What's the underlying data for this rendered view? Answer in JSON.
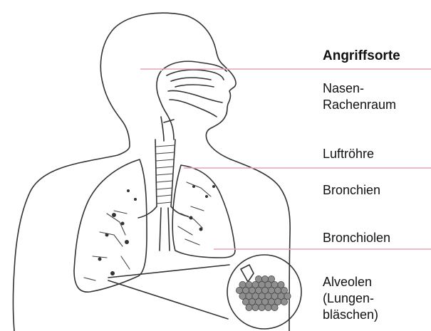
{
  "labels": {
    "title": "Angriffsorte",
    "nasen_line1": "Nasen-",
    "nasen_line2": "Rachenraum",
    "luftroehre": "Luftröhre",
    "bronchien": "Bronchien",
    "bronchiolen": "Bronchiolen",
    "alveolen_line1": "Alveolen",
    "alveolen_line2": "(Lungen-",
    "alveolen_line3": "bläschen)"
  },
  "colors": {
    "leader_lines": "#e8a3b4",
    "outline": "#333333",
    "alveoli_fill": "#8f8f8f"
  }
}
